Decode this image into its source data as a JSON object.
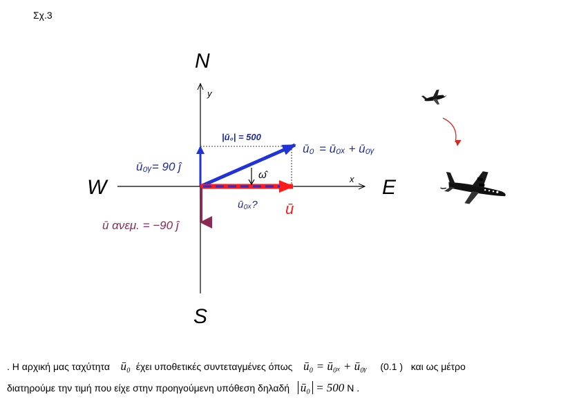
{
  "figure_label": "Σχ.3",
  "compass": {
    "north": "N",
    "south": "S",
    "west": "W",
    "east": "E"
  },
  "axes": {
    "x": "x",
    "y": "y"
  },
  "vectors": {
    "u0_magnitude": "|ū₀| = 500",
    "u0_eq_lhs": "ū₀",
    "u0_eq_rhs": "= ū₀ₓ + ū₀ᵧ",
    "u0y": "ū₀ᵧ= 90 ĵ",
    "u0x": "ū₀ₓ?",
    "omega": "ω̂",
    "u": "ū",
    "wind": "ū ανεμ. = −90 ĵ"
  },
  "colors": {
    "blue": "#1f33d6",
    "red": "#ff1a1a",
    "wind": "#8b2a55",
    "text_blue": "#1f2a9a"
  },
  "paragraph": {
    "line1_a": ". Η αρχική μας ταχύτητα",
    "u0": "ū₀",
    "line1_b": "έχει υποθετικές συντεταγμένες όπως",
    "eq": "ū₀ = ū₀ₓ + ū₀ᵧ",
    "eq_ref": "(0.1 )",
    "line1_c": "και ως μέτρο",
    "line2_a": "διατηρούμε την τιμή που είχε στην προηγούμενη υπόθεση δηλαδή",
    "abs_u0": "ū₀",
    "eq_val": "= 500",
    "unit": "N ."
  }
}
